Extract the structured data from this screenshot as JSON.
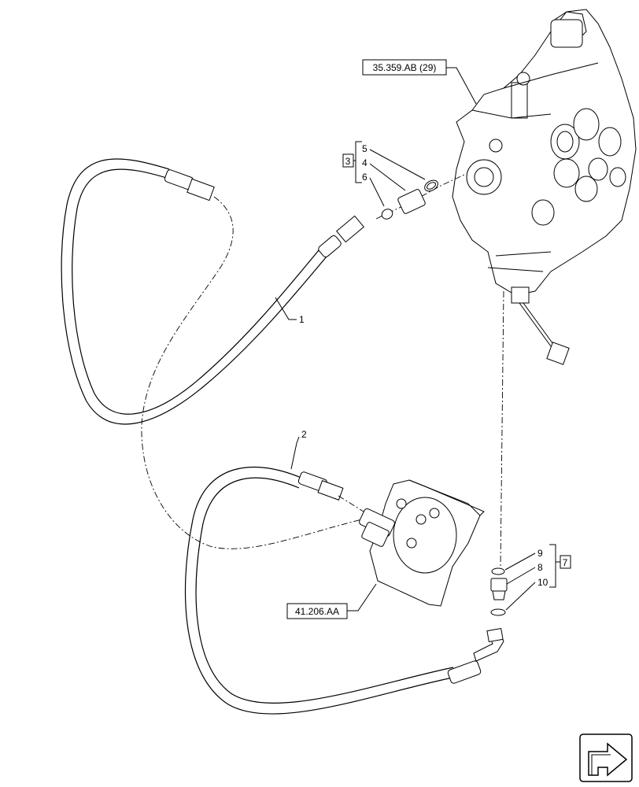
{
  "references": {
    "valve_ref": "35.359.AB (29)",
    "motor_ref": "41.206.AA"
  },
  "callouts": {
    "c1": "1",
    "c2": "2",
    "c3": "3",
    "c4": "4",
    "c5": "5",
    "c6": "6",
    "c7": "7",
    "c8": "8",
    "c9": "9",
    "c10": "10"
  },
  "icons": {
    "nav": "next-page-arrow-icon"
  }
}
